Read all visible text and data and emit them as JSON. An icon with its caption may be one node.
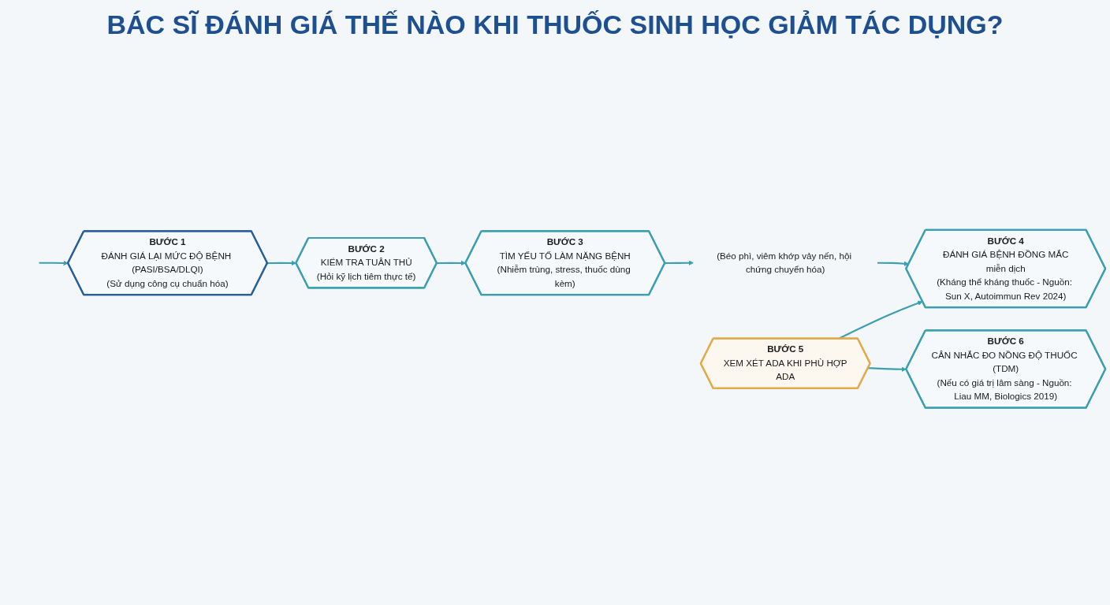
{
  "diagram": {
    "title": "BÁC SĨ ĐÁNH GIÁ THẾ NÀO KHI THUỐC SINH HỌC GIẢM TÁC DỤNG?",
    "nodes": [
      {
        "text": [
          "BƯỚC 1",
          "ĐÁNH GIÁ LẠI MỨC ĐỘ BỆNH (PASI/BSA/DLQI)",
          "(Sử dụng công cụ chuẩn hóa)"
        ]
      },
      {
        "text": [
          "BƯỚC 2",
          "KIỂM TRA TUÂN THỦ",
          "(Hỏi kỹ lịch tiêm thực tế)"
        ]
      },
      {
        "text": [
          "BƯỚC 3",
          "TÌM YẾU TỐ LÀM NẶNG BỆNH",
          "(Nhiễm trùng, stress, thuốc dùng kèm)"
        ]
      },
      {
        "text": [
          "(Béo phì, viêm khớp vảy nến, hội chứng chuyển hóa)"
        ]
      },
      {
        "text": [
          "BƯỚC 4",
          "ĐÁNH GIÁ BỆNH ĐỒNG MẮC",
          "miễn dịch",
          "(Kháng thể kháng thuốc - Nguồn: Sun X, Autoimmun Rev 2024)"
        ]
      },
      {
        "text": [
          "BƯỚC 5",
          "XEM XÉT ADA KHI PHÙ HỢP",
          "ADA"
        ]
      },
      {
        "text": [
          "BƯỚC 6",
          "CÂN NHẮC ĐO NỒNG ĐỘ THUỐC (TDM)",
          "(Nếu có giá trị lâm sàng - Nguồn: Liau MM, Biologics 2019)"
        ]
      }
    ],
    "edges": [
      {
        "from": null,
        "to": 0,
        "arrow": "to"
      },
      {
        "from": 0,
        "to": 1,
        "arrow": "to"
      },
      {
        "from": 1,
        "to": 2,
        "arrow": "to"
      },
      {
        "from": 2,
        "to": 3,
        "arrow": "to"
      },
      {
        "from": 3,
        "to": 4,
        "arrow": "to"
      },
      {
        "from": 5,
        "to": 4,
        "arrow": "to"
      },
      {
        "from": 5,
        "to": 6,
        "arrow": "to"
      }
    ]
  }
}
